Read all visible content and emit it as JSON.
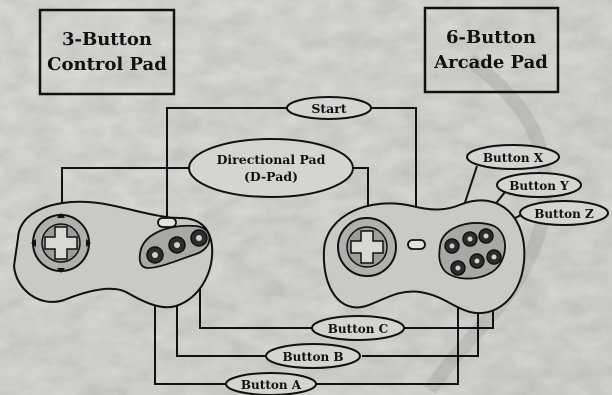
{
  "boxes": {
    "three_button": {
      "line1": "3-Button",
      "line2": "Control Pad"
    },
    "six_button": {
      "line1": "6-Button",
      "line2": "Arcade Pad"
    }
  },
  "callouts": {
    "start": "Start",
    "dpad_line1": "Directional Pad",
    "dpad_line2": "(D-Pad)",
    "button_x": "Button X",
    "button_y": "Button Y",
    "button_z": "Button Z",
    "button_c": "Button C",
    "button_b": "Button B",
    "button_a": "Button A"
  },
  "colors": {
    "background": "#b7b7b3",
    "ink": "#111111",
    "label_fill": "#d4d4d0"
  }
}
